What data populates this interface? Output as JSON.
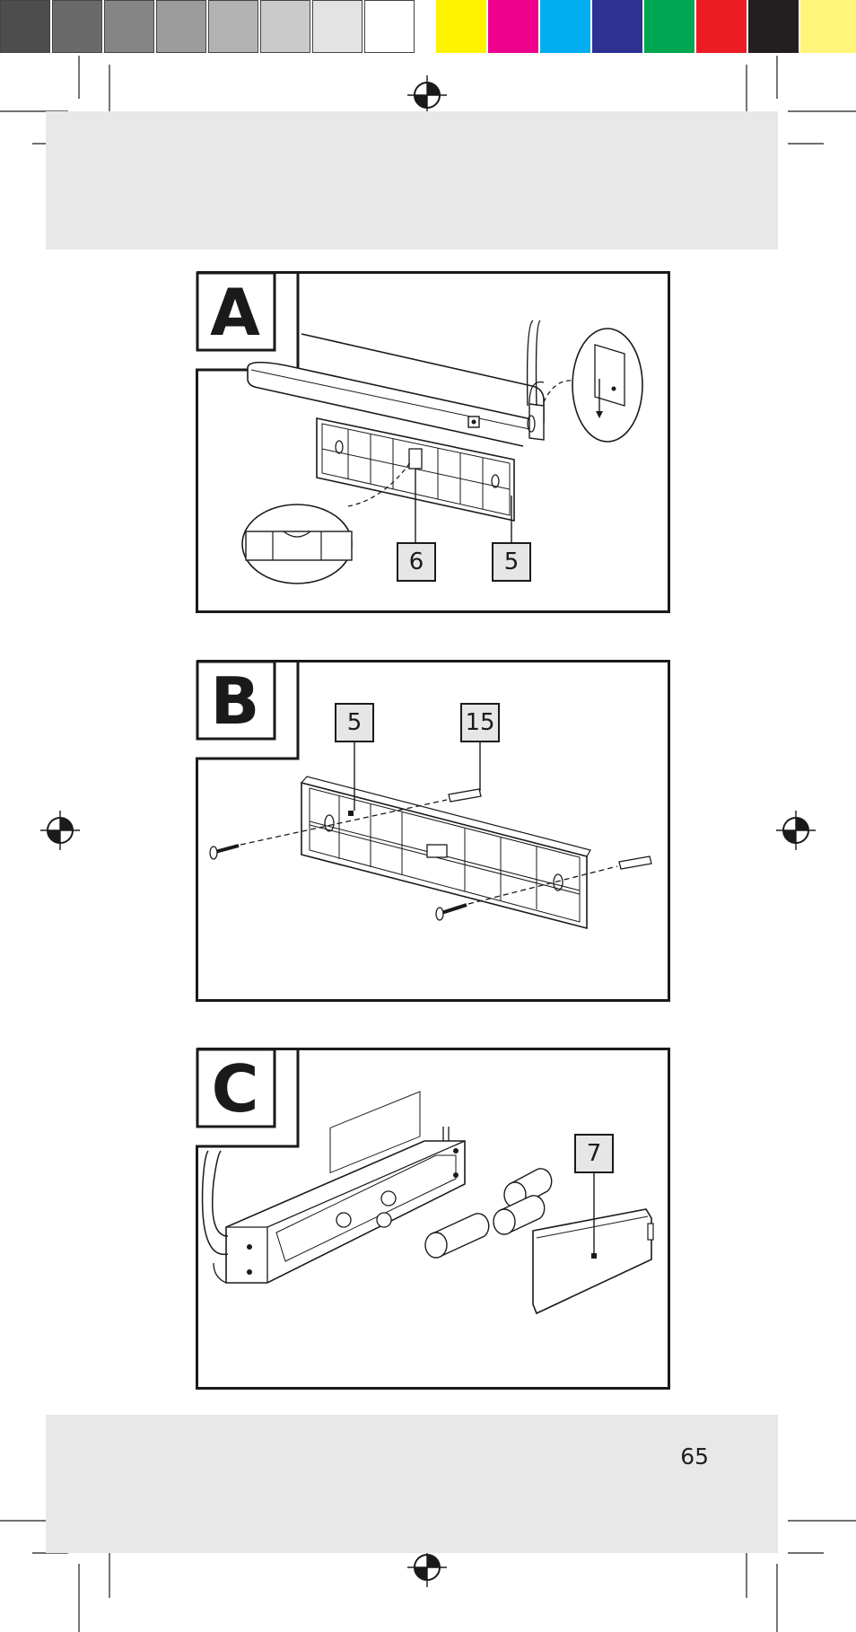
{
  "colors": {
    "gray_steps": [
      "#4d4d4d",
      "#6a6a6a",
      "#858585",
      "#9c9c9c",
      "#b3b3b3",
      "#cacaca",
      "#e3e3e3",
      "#ffffff"
    ],
    "process": [
      "#fff200",
      "#ec008c",
      "#00aeef",
      "#2e3192",
      "#00a651",
      "#ed1c24",
      "#231f20",
      "#fff57a"
    ],
    "band": "#e8e8e8",
    "ink": "#1a1a1a",
    "callout_fill": "#e6e6e6"
  },
  "figures": [
    {
      "id": "A",
      "letter": "A",
      "callouts": [
        "6",
        "5"
      ]
    },
    {
      "id": "B",
      "letter": "B",
      "callouts": [
        "5",
        "15"
      ]
    },
    {
      "id": "C",
      "letter": "C",
      "callouts": [
        "7"
      ]
    }
  ],
  "page_number": "65",
  "icons": [
    "registration-mark-icon",
    "crop-mark-icon",
    "spirit-level-icon",
    "screw-icon",
    "wall-plug-icon",
    "battery-icon"
  ]
}
